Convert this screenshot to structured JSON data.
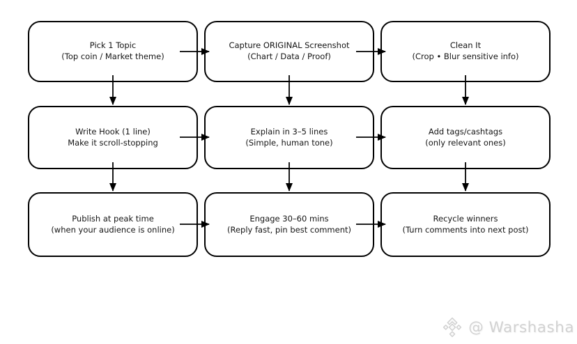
{
  "flowchart": {
    "boxes": [
      {
        "title": "Pick 1 Topic",
        "subtitle": "(Top coin / Market theme)"
      },
      {
        "title": "Capture ORIGINAL Screenshot",
        "subtitle": "(Chart / Data / Proof)"
      },
      {
        "title": "Clean It",
        "subtitle": "(Crop • Blur sensitive info)"
      },
      {
        "title": "Write Hook (1 line)",
        "subtitle": "Make it scroll-stopping"
      },
      {
        "title": "Explain in 3–5 lines",
        "subtitle": "(Simple, human tone)"
      },
      {
        "title": "Add tags/cashtags",
        "subtitle": "(only relevant ones)"
      },
      {
        "title": "Publish at peak time",
        "subtitle": "(when your audience is online)"
      },
      {
        "title": "Engage 30–60 mins",
        "subtitle": "(Reply fast, pin best comment)"
      },
      {
        "title": "Recycle winners",
        "subtitle": "(Turn comments into next post)"
      }
    ]
  },
  "watermark": {
    "text": "@ Warshasha",
    "icon": "binance-style-diamond-icon"
  },
  "colors": {
    "background": "#ffffff",
    "box_border": "#000000",
    "box_text": "#141414",
    "arrow": "#000000",
    "watermark": "#d2d2d2"
  }
}
